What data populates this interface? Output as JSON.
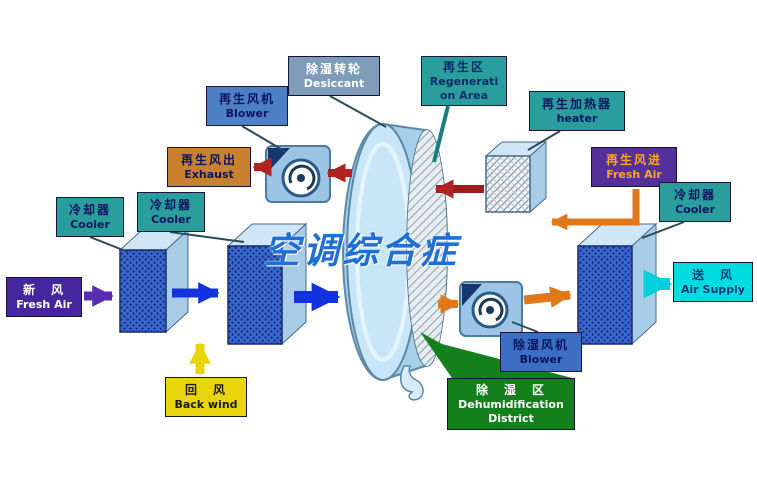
{
  "watermark": "空调综合症",
  "labels": {
    "desiccant": {
      "lines": [
        "除湿转轮",
        "Desiccant"
      ]
    },
    "regeneration_area": {
      "lines": [
        "再生区",
        "Regenerati",
        "on Area"
      ]
    },
    "regen_blower": {
      "lines": [
        "再生风机",
        "Blower"
      ]
    },
    "regen_heater": {
      "lines": [
        "再生加热器",
        "heater"
      ]
    },
    "regen_exhaust": {
      "lines": [
        "再生风出",
        "Exhaust"
      ]
    },
    "regen_fresh_air": {
      "lines": [
        "再生风进",
        "Fresh Air"
      ]
    },
    "cooler_left_outer": {
      "lines": [
        "冷却器",
        "Cooler"
      ]
    },
    "cooler_left_inner": {
      "lines": [
        "冷却器",
        "Cooler"
      ]
    },
    "cooler_right": {
      "lines": [
        "冷却器",
        "Cooler"
      ]
    },
    "fresh_air_in": {
      "lines": [
        "新　风",
        "Fresh Air"
      ]
    },
    "air_supply": {
      "lines": [
        "送　风",
        "Air Supply"
      ]
    },
    "back_wind": {
      "lines": [
        "回　风",
        "Back wind"
      ]
    },
    "dehumid_blower": {
      "lines": [
        "除湿风机",
        "Blower"
      ]
    },
    "dehumid_district": {
      "lines": [
        "除　湿　区",
        "Dehumidification",
        "District"
      ]
    }
  },
  "colors": {
    "label_teal": "#2a9d9d",
    "label_blue": "#4d7fc4",
    "label_slate": "#7e9cb8",
    "label_orange": "#c8812f",
    "label_purple_dark": "#45269e",
    "label_purple": "#54309b",
    "label_cyan": "#00dce0",
    "label_yellow": "#e8d60a",
    "label_green": "#13801c",
    "arrow_purple": "#5a2db0",
    "arrow_blue": "#1133dd",
    "arrow_yellow": "#e8d400",
    "arrow_red": "#b22222",
    "arrow_orange": "#e07818",
    "arrow_cyan": "#00d0dd",
    "watermark_blue": "#1f6fd6",
    "wheel_blue": "#a6cfe9"
  }
}
